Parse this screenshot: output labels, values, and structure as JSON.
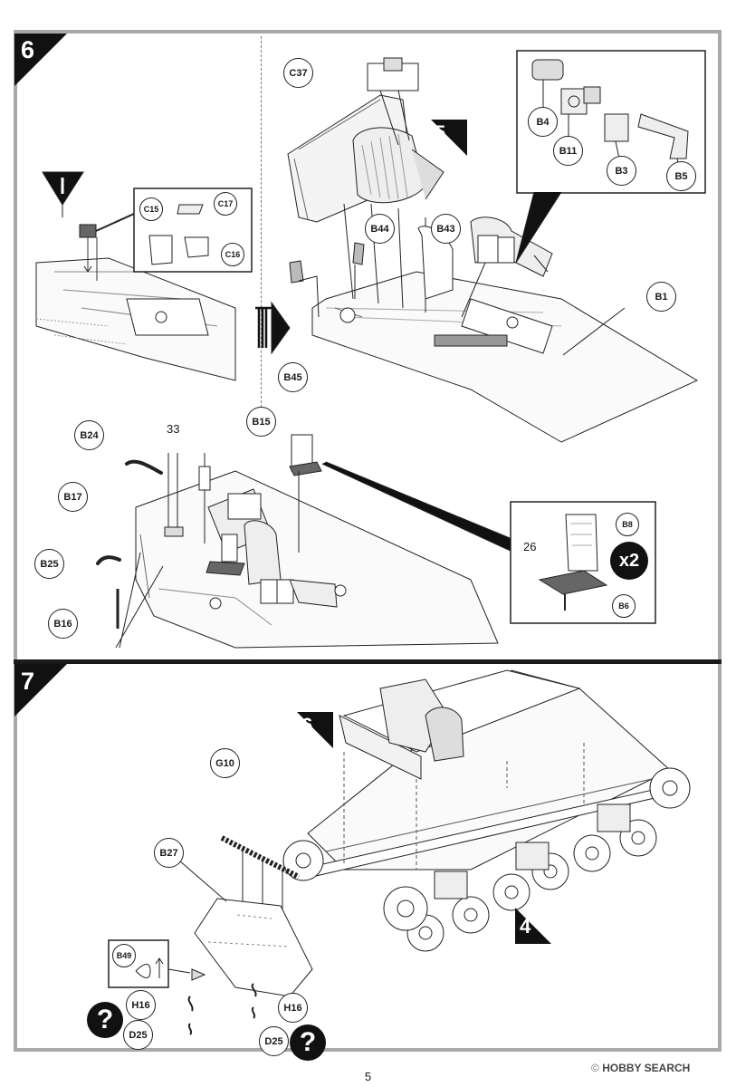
{
  "page": {
    "number": "5"
  },
  "watermark": {
    "prefix": "©",
    "brand": "HOBBY",
    "suffix": "SEARCH"
  },
  "step6": {
    "number": "6",
    "callouts": {
      "c15": "C15",
      "c17": "C17",
      "c16": "C16",
      "c37": "C37",
      "b44": "B44",
      "b43": "B43",
      "b45": "B45",
      "b1": "B1",
      "b4": "B4",
      "b11": "B11",
      "b3": "B3",
      "b5": "B5",
      "b24": "B24",
      "b17": "B17",
      "b25": "B25",
      "b16": "B16",
      "b15": "B15",
      "b8": "B8",
      "b6": "B6"
    },
    "ref_step": "5",
    "paint_refs": {
      "p33": "33",
      "p26": "26"
    },
    "multiplier": "x2"
  },
  "step7": {
    "number": "7",
    "ref_step": "6",
    "ref_step_b": "4",
    "callouts": {
      "g10": "G10",
      "b27": "B27",
      "b49": "B49",
      "h16a": "H16",
      "h16b": "H16",
      "d25a": "D25",
      "d25b": "D25"
    },
    "question_mark": "?"
  }
}
